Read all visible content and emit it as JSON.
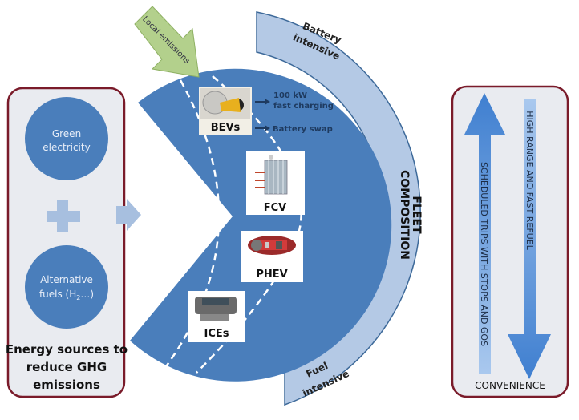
{
  "colors": {
    "main_blue": "#4a7ebb",
    "light_blue": "#b4c9e5",
    "pale_blue": "#a7bfdf",
    "panel_bg": "#e9ebf0",
    "panel_border": "#7a1b2a",
    "green_arrow": "#b3d08c",
    "dark_text": "#1e3a5f"
  },
  "left_panel": {
    "circle_1": "Green electricity",
    "circle_1_lines": [
      "Green",
      "electricity"
    ],
    "circle_2_lines": [
      "Alternative",
      "fuels (H",
      "2",
      "…)"
    ],
    "plus_icon": "plus-icon",
    "caption_lines": [
      "Energy sources to",
      "reduce GHG",
      "emissions"
    ]
  },
  "center": {
    "local_emissions": "Local emissions",
    "vehicles": [
      {
        "label": "BEVs",
        "icon": "ev-charging-plug-icon"
      },
      {
        "label": "FCV",
        "icon": "fuel-cell-stack-icon"
      },
      {
        "label": "PHEV",
        "icon": "hybrid-engine-icon"
      },
      {
        "label": "ICEs",
        "icon": "combustion-engine-icon"
      }
    ],
    "bev_options": [
      "100 kW",
      "fast charging",
      "Battery swap"
    ]
  },
  "arc": {
    "top_lines": [
      "Battery",
      "intensive"
    ],
    "bottom_lines": [
      "Fuel",
      "intensive"
    ],
    "title_lines": [
      "FLEET",
      "COMPOSITION"
    ]
  },
  "right_panel": {
    "up_arrow_text": "SCHEDULED TRIPS WITH STOPS AND GOS",
    "down_arrow_text": "HIGH RANGE AND FAST REFUEL",
    "caption": "CONVENIENCE"
  }
}
